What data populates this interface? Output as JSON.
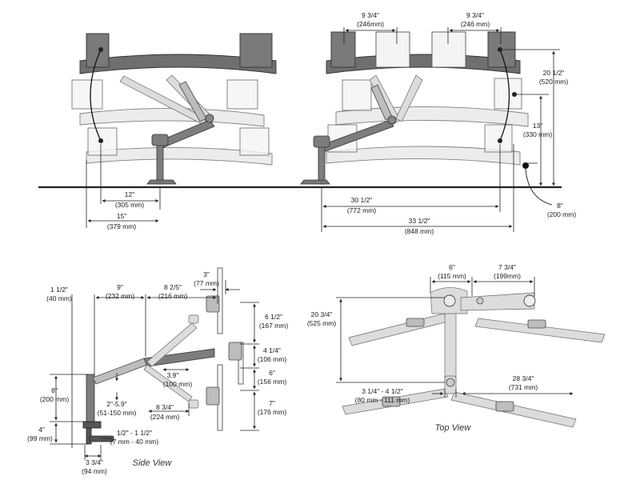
{
  "views": {
    "side_view": "Side View",
    "top_view": "Top View"
  },
  "front_left": {
    "d12": {
      "imp": "12\"",
      "met": "(305 mm)"
    },
    "d15": {
      "imp": "15\"",
      "met": "(379 mm)"
    }
  },
  "front_right": {
    "w1": {
      "imp": "9 3/4\"",
      "met": "(246mm)"
    },
    "w2": {
      "imp": "9 3/4\"",
      "met": "(246 mm)"
    },
    "h20": {
      "imp": "20 1/2\"",
      "met": "(520 mm)"
    },
    "h13": {
      "imp": "13\"",
      "met": "(330 mm)"
    },
    "h8": {
      "imp": "8\"",
      "met": "(200 mm)"
    },
    "d30": {
      "imp": "30 1/2\"",
      "met": "(772 mm)"
    },
    "d33": {
      "imp": "33 1/2\"",
      "met": "(848 mm)"
    }
  },
  "side": {
    "d1_5": {
      "imp": "1 1/2\"",
      "met": "(40 mm)"
    },
    "d9": {
      "imp": "9\"",
      "met": "(232 mm)"
    },
    "d8_25": {
      "imp": "8 2/5\"",
      "met": "(216 mm)"
    },
    "d3": {
      "imp": "3\"",
      "met": "(77 mm)"
    },
    "d6_5": {
      "imp": "6 1/2\"",
      "met": "(167 mm)"
    },
    "d4_25": {
      "imp": "4 1/4\"",
      "met": "(106 mm)"
    },
    "d6": {
      "imp": "6\"",
      "met": "(156 mm)"
    },
    "d7": {
      "imp": "7\"",
      "met": "(176 mm)"
    },
    "d3_9": {
      "imp": "3.9\"",
      "met": "(100 mm)"
    },
    "d8_34": {
      "imp": "8 3/4\"",
      "met": "(224 mm)"
    },
    "d2_59": {
      "imp": "2\"-5.9\"",
      "met": "(51-150 mm)"
    },
    "d8": {
      "imp": "8\"",
      "met": "(200 mm)"
    },
    "d4": {
      "imp": "4\"",
      "met": "(99 mm)"
    },
    "d_clamp": {
      "imp": "1/2\" - 1 1/2\"",
      "met": "(7 mm - 40 mm)"
    },
    "d3_34": {
      "imp": "3 3/4\"",
      "met": "(94 mm)"
    }
  },
  "top": {
    "d6": {
      "imp": "6\"",
      "met": "(115 mm)"
    },
    "d7_34": {
      "imp": "7 3/4\"",
      "met": "(199mm)"
    },
    "d20_34": {
      "imp": "20 3/4\"",
      "met": "(525 mm)"
    },
    "d28_34": {
      "imp": "28 3/4\"",
      "met": "(731 mm)"
    },
    "d3_4": {
      "imp": "3 1/4\" - 4 1/2\"",
      "met": "(80 mm - 111 mm)"
    }
  }
}
